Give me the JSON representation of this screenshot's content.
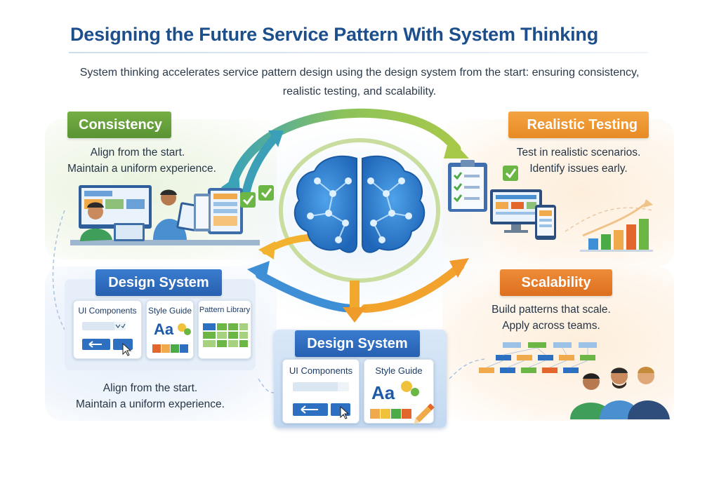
{
  "header": {
    "title": "Designing the Future Service Pattern With System Thinking",
    "subtitle": "System thinking accelerates service pattern design using the design system from the start: ensuring consistency, realistic testing, and scalability."
  },
  "quadrants": {
    "consistency": {
      "label": "Consistency",
      "line1": "Align from the start.",
      "line2": "Maintain a uniform experience."
    },
    "testing": {
      "label": "Realistic Testing",
      "line1": "Test in realistic scenarios.",
      "line2": "Identify issues early."
    },
    "design_system_left": {
      "label": "Design System",
      "cards": [
        "UI Components",
        "Style Guide",
        "Pattern Library"
      ],
      "line1": "Align from the start.",
      "line2": "Maintain a uniform experience."
    },
    "scalability": {
      "label": "Scalability",
      "line1": "Build patterns that scale.",
      "line2": "Apply across teams."
    },
    "design_system_center": {
      "label": "Design System",
      "cards": [
        "UI Components",
        "Style Guide"
      ]
    }
  },
  "typography_sample": "Aa",
  "colors": {
    "title": "#1c4f8c",
    "green": "#5a9433",
    "orange": "#e78a24",
    "blue": "#2760b0",
    "brain": "#2f7fd0"
  },
  "icons": [
    "brain-network-icon",
    "check-icon",
    "cursor-icon",
    "pencil-icon",
    "bar-chart-icon",
    "clipboard-icon"
  ]
}
